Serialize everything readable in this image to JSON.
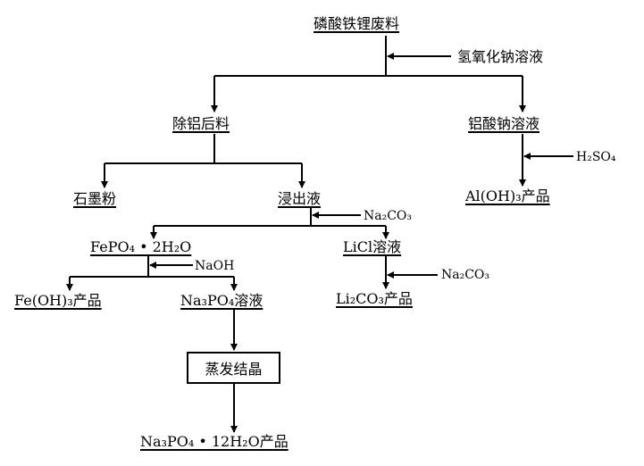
{
  "nodes": {
    "waste": "磷酸铁锂废料",
    "al_removed": "除铝后料",
    "sodium_aluminate": "铝酸钠溶液",
    "graphite": "石墨粉",
    "leachate": "浸出液",
    "aloh3_product": "Al(OH)₃产品",
    "fepo4": "FePO₄ • 2H₂O",
    "licl": "LiCl溶液",
    "feoh3_product": "Fe(OH)₃产品",
    "na3po4_solution": "Na₃PO₄溶液",
    "li2co3_product": "Li₂CO₃产品",
    "evaporation": "蒸发结晶",
    "na3po4_product": "Na₃PO₄ • 12H₂O产品"
  },
  "reagents": {
    "naoh_solution": "氢氧化钠溶液",
    "h2so4": "H₂SO₄",
    "na2co3_a": "Na₂CO₃",
    "naoh": "NaOH",
    "na2co3_b": "Na₂CO₃"
  }
}
